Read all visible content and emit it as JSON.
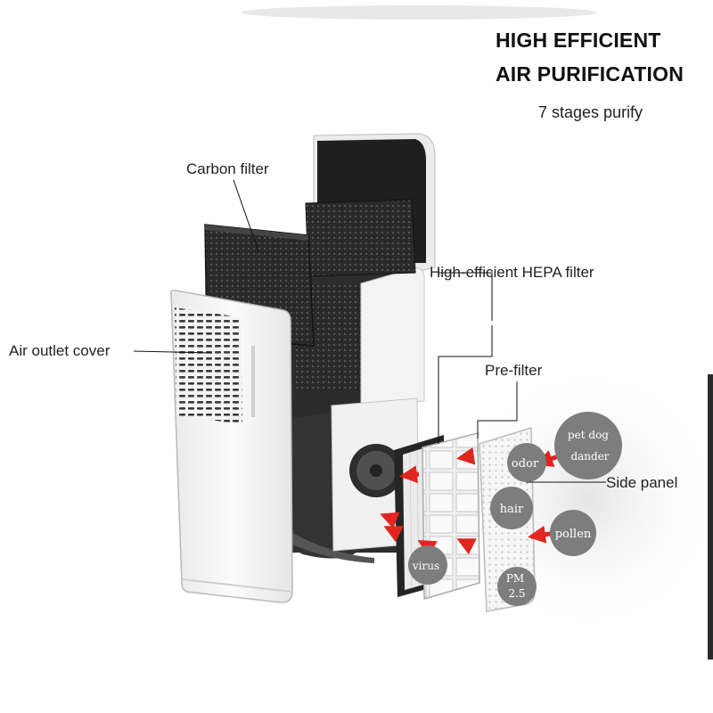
{
  "headline": {
    "line1": "HIGH EFFICIENT",
    "line2": "AIR PURIFICATION",
    "subtitle": "7 stages purify"
  },
  "callouts": {
    "carbon_filter": "Carbon filter",
    "air_outlet_cover": "Air outlet cover",
    "hepa_filter": "High-efficient HEPA filter",
    "pre_filter": "Pre-filter",
    "side_panel": "Side panel"
  },
  "pollutants": {
    "pet_dog_line1": "pet dog",
    "pet_dog_line2": "dander",
    "odor": "odor",
    "hair": "hair",
    "pollen": "pollen",
    "virus": "virus",
    "pm_line1": "PM",
    "pm_line2": "2.5"
  },
  "colors": {
    "arrow": "#e0261f",
    "bubble": "#7d7d7d",
    "filter_dark": "#2b2b2b",
    "body_white": "#f4f4f4"
  }
}
